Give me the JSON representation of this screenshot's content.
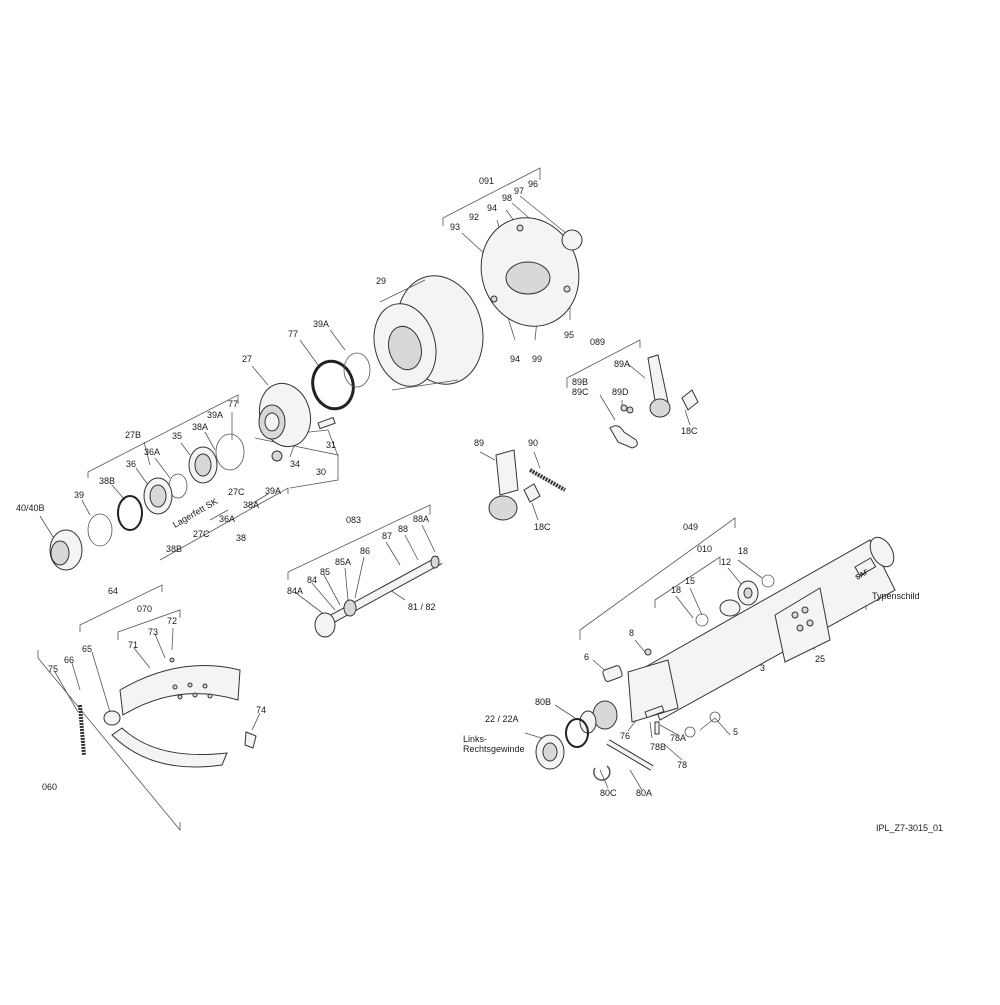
{
  "labels": {
    "l091": "091",
    "l96": "96",
    "l97": "97",
    "l98": "98",
    "l94a": "94",
    "l92": "92",
    "l93": "93",
    "l29": "29",
    "l95": "95",
    "l94b": "94",
    "l99": "99",
    "l77a": "77",
    "l39Aa": "39A",
    "l27": "27",
    "l77b": "77",
    "l39Ab": "39A",
    "l38Aa": "38A",
    "l27B": "27B",
    "l35": "35",
    "l36Aa": "36A",
    "l36": "36",
    "l31": "31",
    "l34": "34",
    "l30": "30",
    "l38Ba": "38B",
    "l39": "39",
    "l4040B": "40/40B",
    "lLager": "Lagerfett SK",
    "l27Ca": "27C",
    "l38Ab": "38A",
    "l39Ac": "39A",
    "l36Ab": "36A",
    "l27Cb": "27C",
    "l38Bb": "38B",
    "l38": "38",
    "l089": "089",
    "l89A": "89A",
    "l89B": "89B",
    "l89C": "89C",
    "l89D": "89D",
    "l18Ca": "18C",
    "l89": "89",
    "l90": "90",
    "l18Cb": "18C",
    "l083": "083",
    "l88A": "88A",
    "l88": "88",
    "l87": "87",
    "l86": "86",
    "l85A": "85A",
    "l85": "85",
    "l84": "84",
    "l84A": "84A",
    "l8182": "81 / 82",
    "l049": "049",
    "l010": "010",
    "l18a": "18",
    "l12": "12",
    "l15": "15",
    "l18b": "18",
    "lTypen": "Typenschild",
    "l25": "25",
    "l3": "3",
    "l8": "8",
    "l6": "6",
    "l80B": "80B",
    "l2222A": "22 / 22A",
    "lLinks1": "Links-",
    "lLinks2": "Rechtsgewinde",
    "l76": "76",
    "l78B": "78B",
    "l78A": "78A",
    "l5": "5",
    "l78": "78",
    "l80C": "80C",
    "l80A": "80A",
    "l64": "64",
    "l070": "070",
    "l73": "73",
    "l72": "72",
    "l71": "71",
    "l65": "65",
    "l66": "66",
    "l75": "75",
    "l74": "74",
    "l060": "060",
    "lSAF": "SAF",
    "lRef": "IPL_Z7-3015_01"
  },
  "icons": {
    "drum": "brake-drum-icon",
    "hub": "wheel-hub-icon",
    "axle": "axle-beam-icon",
    "shoe": "brake-shoe-icon",
    "camshaft": "camshaft-icon",
    "slack_adjuster": "slack-adjuster-icon",
    "dust_shield": "dust-shield-icon"
  }
}
